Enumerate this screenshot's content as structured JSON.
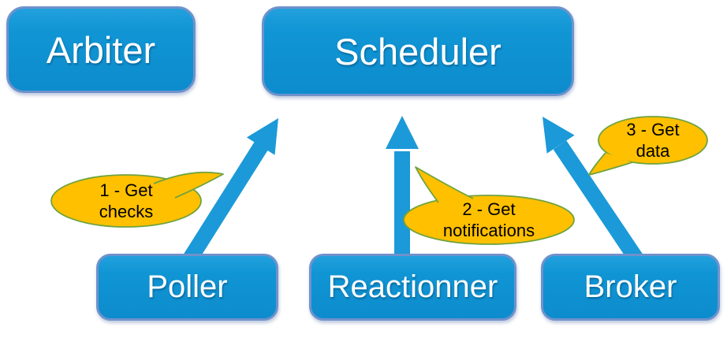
{
  "diagram": {
    "description": "Monitoring architecture diagram: Poller, Reactionner and Broker daemons communicate with the Scheduler; Arbiter stands alone",
    "nodes": [
      {
        "id": "arbiter",
        "label": "Arbiter"
      },
      {
        "id": "scheduler",
        "label": "Scheduler"
      },
      {
        "id": "poller",
        "label": "Poller"
      },
      {
        "id": "reactionner",
        "label": "Reactionner"
      },
      {
        "id": "broker",
        "label": "Broker"
      }
    ],
    "edges": [
      {
        "from": "poller",
        "to": "scheduler",
        "label": "1 - Get checks"
      },
      {
        "from": "reactionner",
        "to": "scheduler",
        "label": "2 - Get notifications"
      },
      {
        "from": "broker",
        "to": "scheduler",
        "label": "3 - Get data"
      }
    ],
    "callouts": [
      {
        "line1": "1 - Get",
        "line2": "checks"
      },
      {
        "line1": "2 - Get",
        "line2": "notifications"
      },
      {
        "line1": "3 - Get",
        "line2": "data"
      }
    ],
    "colors": {
      "node_fill": "#1095d4",
      "node_border": "#6f92cc",
      "node_text": "#ffffff",
      "arrow": "#1b99d8",
      "callout_fill": "#ffc000",
      "callout_border": "#70a33f",
      "callout_text": "#000000"
    }
  }
}
